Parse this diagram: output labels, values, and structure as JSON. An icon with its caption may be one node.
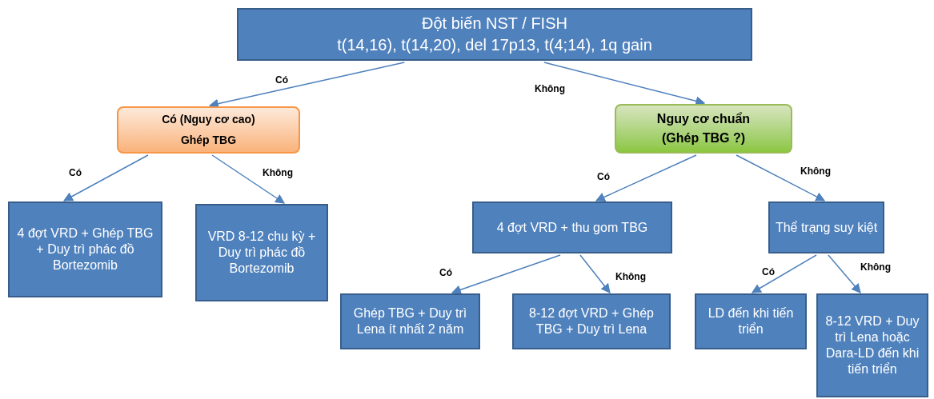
{
  "diagram": {
    "nodes": [
      {
        "text": [
          "Đột biến NST / FISH",
          "t(14,16), t(14,20), del 17p13, t(4;14), 1q gain"
        ]
      },
      {
        "text": [
          "Có  (Nguy cơ cao)",
          "Ghép TBG"
        ]
      },
      {
        "text": [
          "Nguy cơ chuẩn",
          "(Ghép TBG ?)"
        ]
      },
      {
        "text": [
          "4 đợt VRD + Ghép TBG + Duy trì phác đồ Bortezomib"
        ]
      },
      {
        "text": [
          "VRD 8-12 chu kỳ + Duy trì phác đồ Bortezomib"
        ]
      },
      {
        "text": [
          "4 đợt VRD + thu gom TBG"
        ]
      },
      {
        "text": [
          "Thể trạng suy kiệt"
        ]
      },
      {
        "text": [
          "Ghép TBG + Duy trì Lena ít nhất 2 năm"
        ]
      },
      {
        "text": [
          "8-12 đợt VRD + Ghép TBG + Duy trì Lena"
        ]
      },
      {
        "text": [
          "LD đến khi tiến triển"
        ]
      },
      {
        "text": [
          "8-12 VRD + Duy trì Lena hoặc Dara-LD đến khi tiến triển"
        ]
      }
    ],
    "edges": [
      {
        "from": 0,
        "to": 1,
        "arrow": "to",
        "label": "Có"
      },
      {
        "from": 0,
        "to": 2,
        "arrow": "to",
        "label": "Không"
      },
      {
        "from": 1,
        "to": 3,
        "arrow": "to",
        "label": "Có"
      },
      {
        "from": 1,
        "to": 4,
        "arrow": "to",
        "label": "Không"
      },
      {
        "from": 2,
        "to": 5,
        "arrow": "to",
        "label": "Có"
      },
      {
        "from": 2,
        "to": 6,
        "arrow": "to",
        "label": "Không"
      },
      {
        "from": 5,
        "to": 7,
        "arrow": "to",
        "label": "Có"
      },
      {
        "from": 5,
        "to": 8,
        "arrow": "to",
        "label": "Không"
      },
      {
        "from": 6,
        "to": 9,
        "arrow": "to",
        "label": "Có"
      },
      {
        "from": 6,
        "to": 10,
        "arrow": "to",
        "label": "Không"
      }
    ]
  }
}
